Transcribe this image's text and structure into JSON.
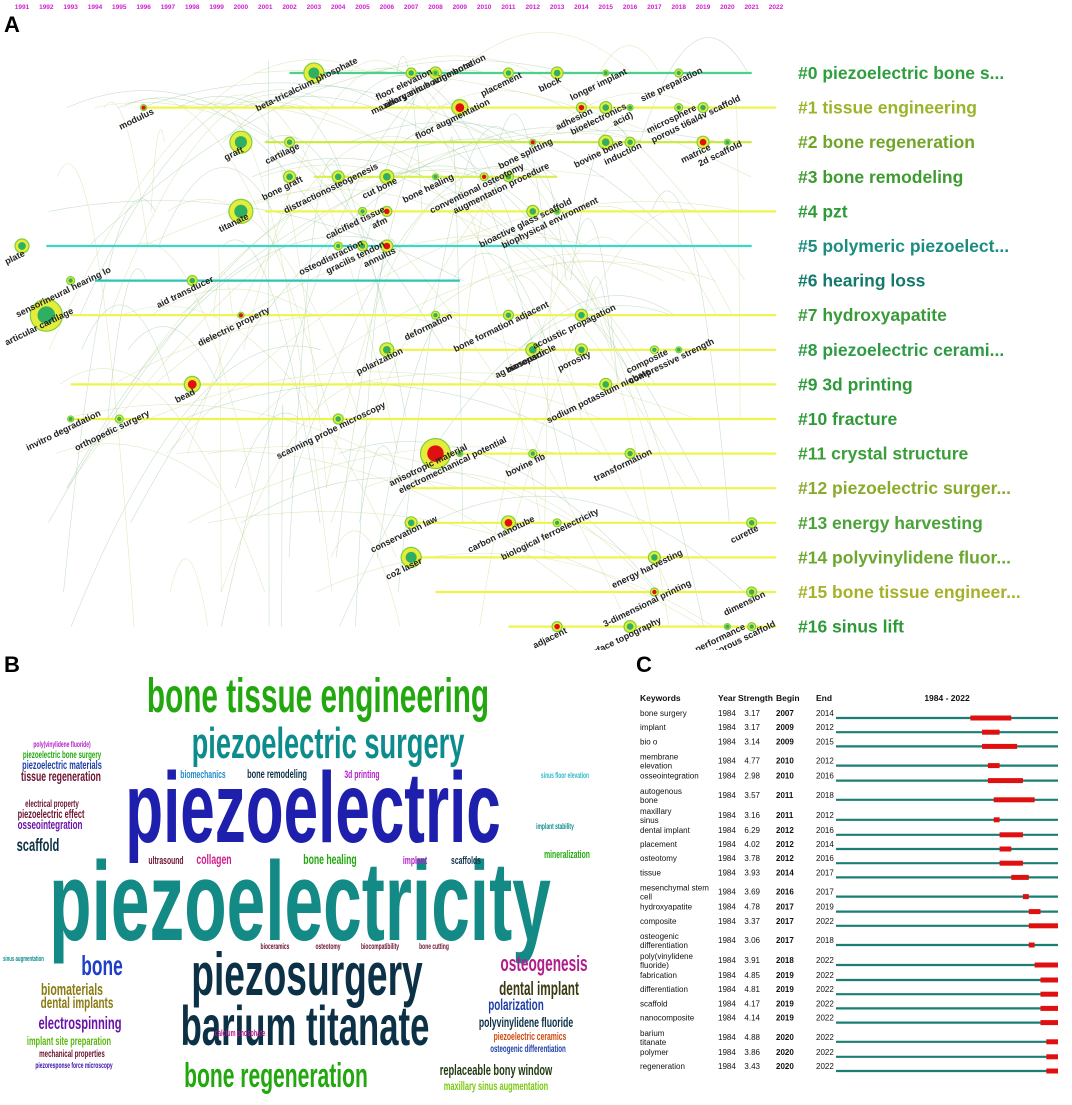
{
  "panels": {
    "a": "A",
    "b": "B",
    "c": "C"
  },
  "chart_data": [
    {
      "type": "timeline",
      "panel": "A",
      "year_ticks": [
        "1991",
        "1992",
        "1993",
        "1994",
        "1995",
        "1996",
        "1997",
        "1998",
        "1999",
        "2000",
        "2001",
        "2002",
        "2003",
        "2004",
        "2005",
        "2006",
        "2007",
        "2008",
        "2009",
        "2010",
        "2011",
        "2012",
        "2013",
        "2014",
        "2015",
        "2016",
        "2017",
        "2018",
        "2019",
        "2020",
        "2021",
        "2022"
      ],
      "clusters": [
        {
          "label": "#0 piezoelectric bone s...",
          "color": "#2e9e3e",
          "line": "#4cd18a",
          "start": 2002,
          "end": 2021
        },
        {
          "label": "#1 tissue engineering",
          "color": "#9ab52a",
          "line": "#eef54a",
          "start": 1996,
          "end": 2022
        },
        {
          "label": "#2 bone regeneration",
          "color": "#6fa628",
          "line": "#c8ea3a",
          "start": 2001,
          "end": 2021
        },
        {
          "label": "#3 bone remodeling",
          "color": "#3f9a32",
          "line": "#d9f04a",
          "start": 2003,
          "end": 2013
        },
        {
          "label": "#4 pzt",
          "color": "#2f9a3a",
          "line": "#eef54a",
          "start": 2001,
          "end": 2022
        },
        {
          "label": "#5 polymeric piezoelect...",
          "color": "#1a8c80",
          "line": "#3ad8c8",
          "start": 1992,
          "end": 2021
        },
        {
          "label": "#6 hearing loss",
          "color": "#127a6c",
          "line": "#2cc4b4",
          "start": 1994,
          "end": 2009
        },
        {
          "label": "#7 hydroxyapatite",
          "color": "#3a9a3a",
          "line": "#eef54a",
          "start": 1993,
          "end": 2022
        },
        {
          "label": "#8 piezoelectric cerami...",
          "color": "#2f9a45",
          "line": "#eef54a",
          "start": 2006,
          "end": 2022
        },
        {
          "label": "#9 3d printing",
          "color": "#2e9a3a",
          "line": "#eef54a",
          "start": 1993,
          "end": 2022
        },
        {
          "label": "#10 fracture",
          "color": "#2e9a3a",
          "line": "#eef54a",
          "start": 1993,
          "end": 2022
        },
        {
          "label": "#11 crystal structure",
          "color": "#3a9e3a",
          "line": "#eef54a",
          "start": 2008,
          "end": 2022
        },
        {
          "label": "#12 piezoelectric surger...",
          "color": "#8aaa2a",
          "line": "#eef54a",
          "start": 2007,
          "end": 2022
        },
        {
          "label": "#13 energy harvesting",
          "color": "#4aa238",
          "line": "#eef54a",
          "start": 2007,
          "end": 2022
        },
        {
          "label": "#14 polyvinylidene fluor...",
          "color": "#6aa830",
          "line": "#eef54a",
          "start": 2007,
          "end": 2022
        },
        {
          "label": "#15 bone tissue engineer...",
          "color": "#a8b02a",
          "line": "#eef54a",
          "start": 2008,
          "end": 2022
        },
        {
          "label": "#16 sinus lift",
          "color": "#2e9a3a",
          "line": "#eef54a",
          "start": 2011,
          "end": 2022
        }
      ],
      "keywords": [
        {
          "text": "modulus",
          "row": 1,
          "year": 1996
        },
        {
          "text": "beta-tricalcium phosphate",
          "row": 0,
          "year": 2003
        },
        {
          "text": "floor elevation",
          "row": 0,
          "year": 2007
        },
        {
          "text": "anorganic bovine bone",
          "row": 0,
          "year": 2008
        },
        {
          "text": "maxillary sinus augmentation",
          "row": 0,
          "year": 2008
        },
        {
          "text": "floor augmentation",
          "row": 1,
          "year": 2009
        },
        {
          "text": "placement",
          "row": 0,
          "year": 2011
        },
        {
          "text": "block",
          "row": 0,
          "year": 2013
        },
        {
          "text": "longer implant",
          "row": 0,
          "year": 2015
        },
        {
          "text": "site preparation",
          "row": 0,
          "year": 2018
        },
        {
          "text": "adhesion",
          "row": 1,
          "year": 2014
        },
        {
          "text": "bioelectronics",
          "row": 1,
          "year": 2015
        },
        {
          "text": "acid)",
          "row": 1,
          "year": 2016
        },
        {
          "text": "microsphere",
          "row": 1,
          "year": 2018
        },
        {
          "text": "porous ti6al4v scaffold",
          "row": 1,
          "year": 2019
        },
        {
          "text": "matrice",
          "row": 2,
          "year": 2019
        },
        {
          "text": "2d scaffold",
          "row": 2,
          "year": 2020
        },
        {
          "text": "graft",
          "row": 2,
          "year": 2000
        },
        {
          "text": "cartilage",
          "row": 2,
          "year": 2002
        },
        {
          "text": "distractionosteogenesis",
          "row": 3,
          "year": 2004
        },
        {
          "text": "bone splitting",
          "row": 2,
          "year": 2012
        },
        {
          "text": "bovine bone",
          "row": 2,
          "year": 2015
        },
        {
          "text": "induction",
          "row": 2,
          "year": 2016
        },
        {
          "text": "cut bone",
          "row": 3,
          "year": 2006
        },
        {
          "text": "bone healing",
          "row": 3,
          "year": 2008
        },
        {
          "text": "conventional osteotomy",
          "row": 3,
          "year": 2010
        },
        {
          "text": "augmentation procedure",
          "row": 3,
          "year": 2011
        },
        {
          "text": "bone graft",
          "row": 3,
          "year": 2002
        },
        {
          "text": "titanate",
          "row": 4,
          "year": 2000
        },
        {
          "text": "calcified tissue",
          "row": 4,
          "year": 2005
        },
        {
          "text": "afm",
          "row": 4,
          "year": 2006
        },
        {
          "text": "bioactive glass scaffold",
          "row": 4,
          "year": 2012
        },
        {
          "text": "biophysical environment",
          "row": 4,
          "year": 2013
        },
        {
          "text": "osteodistraction",
          "row": 5,
          "year": 2004
        },
        {
          "text": "gracilis tendon",
          "row": 5,
          "year": 2005
        },
        {
          "text": "annulus",
          "row": 5,
          "year": 2006
        },
        {
          "text": "plate",
          "row": 5,
          "year": 1991
        },
        {
          "text": "sensorineural hearing lo",
          "row": 6,
          "year": 1993
        },
        {
          "text": "aid transducer",
          "row": 6,
          "year": 1998
        },
        {
          "text": "articular cartilage",
          "row": 7,
          "year": 1992
        },
        {
          "text": "dielectric property",
          "row": 7,
          "year": 2000
        },
        {
          "text": "deformation",
          "row": 7,
          "year": 2008
        },
        {
          "text": "bone formation adjacent",
          "row": 7,
          "year": 2011
        },
        {
          "text": "acoustic propagation",
          "row": 7,
          "year": 2014
        },
        {
          "text": "polarization",
          "row": 8,
          "year": 2006
        },
        {
          "text": "ag nanoparticle",
          "row": 8,
          "year": 2012
        },
        {
          "text": "biosensor",
          "row": 8,
          "year": 2012
        },
        {
          "text": "porosity",
          "row": 8,
          "year": 2014
        },
        {
          "text": "compressive strength",
          "row": 8,
          "year": 2018
        },
        {
          "text": "composite",
          "row": 8,
          "year": 2017
        },
        {
          "text": "bead",
          "row": 9,
          "year": 1998
        },
        {
          "text": "sodium potassium niobate",
          "row": 9,
          "year": 2015
        },
        {
          "text": "invitro degradation",
          "row": 10,
          "year": 1993
        },
        {
          "text": "orthopedic surgery",
          "row": 10,
          "year": 1995
        },
        {
          "text": "scanning probe microscopy",
          "row": 10,
          "year": 2004
        },
        {
          "text": "anisotropic material",
          "row": 11,
          "year": 2008
        },
        {
          "text": "electromechanical potential",
          "row": 11,
          "year": 2009
        },
        {
          "text": "bovine fib",
          "row": 11,
          "year": 2012
        },
        {
          "text": "transformation",
          "row": 11,
          "year": 2016
        },
        {
          "text": "conservation law",
          "row": 13,
          "year": 2007
        },
        {
          "text": "carbon nanotube",
          "row": 13,
          "year": 2011
        },
        {
          "text": "biological ferroelectricity",
          "row": 13,
          "year": 2013
        },
        {
          "text": "curette",
          "row": 13,
          "year": 2021
        },
        {
          "text": "energy harvesting",
          "row": 14,
          "year": 2017
        },
        {
          "text": "co2 laser",
          "row": 14,
          "year": 2007
        },
        {
          "text": "3-dimensional printing",
          "row": 15,
          "year": 2017
        },
        {
          "text": "dimension",
          "row": 15,
          "year": 2021
        },
        {
          "text": "surface topography",
          "row": 16,
          "year": 2016
        },
        {
          "text": "performance",
          "row": 16,
          "year": 2020
        },
        {
          "text": "porous scaffold",
          "row": 16,
          "year": 2021
        },
        {
          "text": "adjacent",
          "row": 16,
          "year": 2013
        }
      ]
    },
    {
      "type": "wordcloud",
      "panel": "B",
      "words": [
        {
          "text": "bone tissue engineering",
          "color": "#22a80e"
        },
        {
          "text": "piezoelectric surgery",
          "color": "#0c8c8c"
        },
        {
          "text": "piezoelectric",
          "color": "#1f1fae"
        },
        {
          "text": "piezoelectricity",
          "color": "#138a86"
        },
        {
          "text": "piezosurgery",
          "color": "#0c3146"
        },
        {
          "text": "barium titanate",
          "color": "#0c3146"
        },
        {
          "text": "bone regeneration",
          "color": "#22a80e"
        },
        {
          "text": "bone",
          "color": "#1f3fc8"
        },
        {
          "text": "scaffold",
          "color": "#0c3146"
        },
        {
          "text": "osteogenesis",
          "color": "#b01e8c"
        },
        {
          "text": "dental implant",
          "color": "#3a3a12"
        },
        {
          "text": "polarization",
          "color": "#1f3fa8"
        },
        {
          "text": "polyvinylidene fluoride",
          "color": "#0c3146"
        },
        {
          "text": "piezoelectric ceramics",
          "color": "#d04a0e"
        },
        {
          "text": "osteogenic differentiation",
          "color": "#1f3fa8"
        },
        {
          "text": "replaceable bony window",
          "color": "#223a12"
        },
        {
          "text": "maxillary sinus augmentation",
          "color": "#7ac80e"
        },
        {
          "text": "biomaterials",
          "color": "#8a7a12"
        },
        {
          "text": "dental implants",
          "color": "#8a7a12"
        },
        {
          "text": "electrospinning",
          "color": "#6a12a8"
        },
        {
          "text": "implant site preparation",
          "color": "#5ab80e"
        },
        {
          "text": "mechanical properties",
          "color": "#6a1230"
        },
        {
          "text": "piezoresponse force microscopy",
          "color": "#3a12a8"
        },
        {
          "text": "calcium phosphate",
          "color": "#b01e8c"
        },
        {
          "text": "sinus augmentation",
          "color": "#0c8c8c"
        },
        {
          "text": "bioceramics",
          "color": "#6a1230"
        },
        {
          "text": "osteotomy",
          "color": "#6a1230"
        },
        {
          "text": "biocompatibility",
          "color": "#6a1230"
        },
        {
          "text": "bone cutting",
          "color": "#6a1230"
        },
        {
          "text": "ultrasound",
          "color": "#6a1230"
        },
        {
          "text": "collagen",
          "color": "#d01e8c"
        },
        {
          "text": "bone healing",
          "color": "#22a80e"
        },
        {
          "text": "implant",
          "color": "#b01ec8"
        },
        {
          "text": "scaffolds",
          "color": "#0c3146"
        },
        {
          "text": "mineralization",
          "color": "#22a80e"
        },
        {
          "text": "implant stability",
          "color": "#0c8c8c"
        },
        {
          "text": "sinus floor elevation",
          "color": "#2ab8c8"
        },
        {
          "text": "biomechanics",
          "color": "#1f8cc8"
        },
        {
          "text": "bone remodeling",
          "color": "#0c3146"
        },
        {
          "text": "3d printing",
          "color": "#b01ec8"
        },
        {
          "text": "tissue regeneration",
          "color": "#6a1230"
        },
        {
          "text": "piezoelectric materials",
          "color": "#1f3fa8"
        },
        {
          "text": "piezoelectric bone surgery",
          "color": "#22a80e"
        },
        {
          "text": "poly(vinylidene fluoride)",
          "color": "#b01ec8"
        },
        {
          "text": "electrical property",
          "color": "#6a1230"
        },
        {
          "text": "piezoelectric effect",
          "color": "#6a1230"
        },
        {
          "text": "osseointegration",
          "color": "#6a12a8"
        }
      ]
    },
    {
      "type": "table",
      "panel": "C",
      "columns": [
        "Keywords",
        "Year",
        "Strength",
        "Begin",
        "End"
      ],
      "range_label": "1984 - 2022",
      "range": [
        1984,
        2022
      ],
      "bar_color": "#1a7e74",
      "burst_color": "#e01010",
      "rows": [
        {
          "keyword": "bone surgery",
          "year": "1984",
          "strength": "3.17",
          "begin": "2007",
          "end": "2014"
        },
        {
          "keyword": "implant",
          "year": "1984",
          "strength": "3.17",
          "begin": "2009",
          "end": "2012"
        },
        {
          "keyword": "bio o",
          "year": "1984",
          "strength": "3.14",
          "begin": "2009",
          "end": "2015"
        },
        {
          "keyword": "membrane elevation",
          "year": "1984",
          "strength": "4.77",
          "begin": "2010",
          "end": "2012"
        },
        {
          "keyword": "osseointegration",
          "year": "1984",
          "strength": "2.98",
          "begin": "2010",
          "end": "2016"
        },
        {
          "keyword": "autogenous bone",
          "year": "1984",
          "strength": "3.57",
          "begin": "2011",
          "end": "2018"
        },
        {
          "keyword": "maxillary sinus",
          "year": "1984",
          "strength": "3.16",
          "begin": "2011",
          "end": "2012"
        },
        {
          "keyword": "dental implant",
          "year": "1984",
          "strength": "6.29",
          "begin": "2012",
          "end": "2016"
        },
        {
          "keyword": "placement",
          "year": "1984",
          "strength": "4.02",
          "begin": "2012",
          "end": "2014"
        },
        {
          "keyword": "osteotomy",
          "year": "1984",
          "strength": "3.78",
          "begin": "2012",
          "end": "2016"
        },
        {
          "keyword": "tissue",
          "year": "1984",
          "strength": "3.93",
          "begin": "2014",
          "end": "2017"
        },
        {
          "keyword": "mesenchymal stem cell",
          "year": "1984",
          "strength": "3.69",
          "begin": "2016",
          "end": "2017"
        },
        {
          "keyword": "hydroxyapatite",
          "year": "1984",
          "strength": "4.78",
          "begin": "2017",
          "end": "2019"
        },
        {
          "keyword": "composite",
          "year": "1984",
          "strength": "3.37",
          "begin": "2017",
          "end": "2022"
        },
        {
          "keyword": "osteogenic differentiation",
          "year": "1984",
          "strength": "3.06",
          "begin": "2017",
          "end": "2018"
        },
        {
          "keyword": "poly(vinylidene fluoride)",
          "year": "1984",
          "strength": "3.91",
          "begin": "2018",
          "end": "2022"
        },
        {
          "keyword": "fabrication",
          "year": "1984",
          "strength": "4.85",
          "begin": "2019",
          "end": "2022"
        },
        {
          "keyword": "differentiation",
          "year": "1984",
          "strength": "4.81",
          "begin": "2019",
          "end": "2022"
        },
        {
          "keyword": "scaffold",
          "year": "1984",
          "strength": "4.17",
          "begin": "2019",
          "end": "2022"
        },
        {
          "keyword": "nanocomposite",
          "year": "1984",
          "strength": "4.14",
          "begin": "2019",
          "end": "2022"
        },
        {
          "keyword": "barium titanate",
          "year": "1984",
          "strength": "4.88",
          "begin": "2020",
          "end": "2022"
        },
        {
          "keyword": "polymer",
          "year": "1984",
          "strength": "3.86",
          "begin": "2020",
          "end": "2022"
        },
        {
          "keyword": "regeneration",
          "year": "1984",
          "strength": "3.43",
          "begin": "2020",
          "end": "2022"
        }
      ]
    }
  ]
}
